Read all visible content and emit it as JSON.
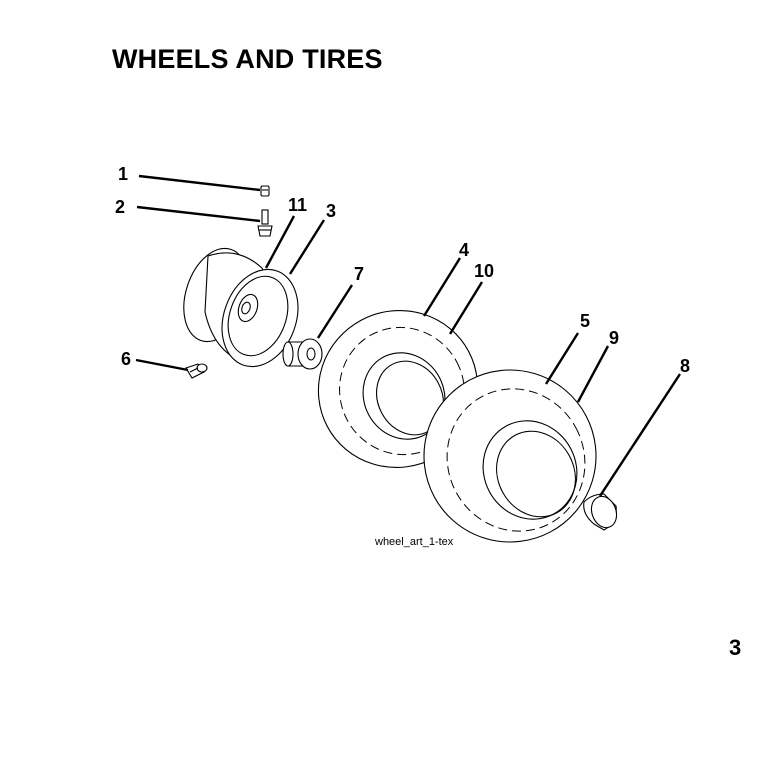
{
  "title": "WHEELS AND TIRES",
  "art_tag": "wheel_art_1-tex",
  "page_number": "3",
  "callouts": [
    "1",
    "2",
    "11",
    "3",
    "7",
    "4",
    "10",
    "5",
    "9",
    "8",
    "6"
  ],
  "stroke_color": "#000000",
  "background_color": "#ffffff"
}
